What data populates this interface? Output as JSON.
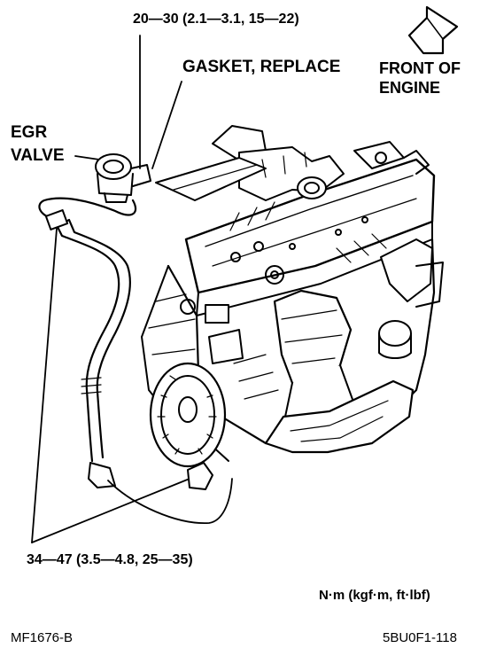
{
  "labels": {
    "top_torque": "20—30 (2.1—3.1, 15—22)",
    "gasket": "GASKET, REPLACE",
    "front_line1": "FRONT OF",
    "front_line2": "ENGINE",
    "egr_line1": "EGR",
    "egr_line2": "VALVE",
    "bottom_torque": "34—47 (3.5—4.8, 25—35)",
    "units": "N·m (kgf·m, ft·lbf)",
    "figure_id_left": "MF1676-B",
    "figure_id_right": "5BU0F1-118"
  },
  "colors": {
    "ink": "#000000",
    "paper": "#ffffff"
  }
}
